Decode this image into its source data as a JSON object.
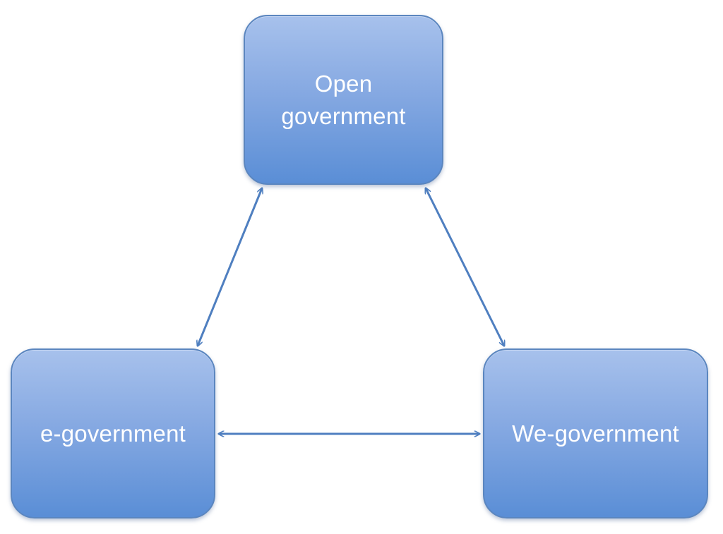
{
  "nodes": {
    "open": {
      "line1": "Open",
      "line2": "government"
    },
    "e": {
      "label": "e-government"
    },
    "we": {
      "label": "We-government"
    }
  },
  "connectors": [
    {
      "from": "open",
      "to": "e",
      "direction": "bidirectional"
    },
    {
      "from": "open",
      "to": "we",
      "direction": "bidirectional"
    },
    {
      "from": "e",
      "to": "we",
      "direction": "bidirectional"
    }
  ],
  "colors": {
    "node_fill_top": "#a7c1ec",
    "node_fill_bottom": "#5a8ed6",
    "node_border": "#5b86bf",
    "arrow": "#4f7fc0",
    "text": "#ffffff"
  }
}
